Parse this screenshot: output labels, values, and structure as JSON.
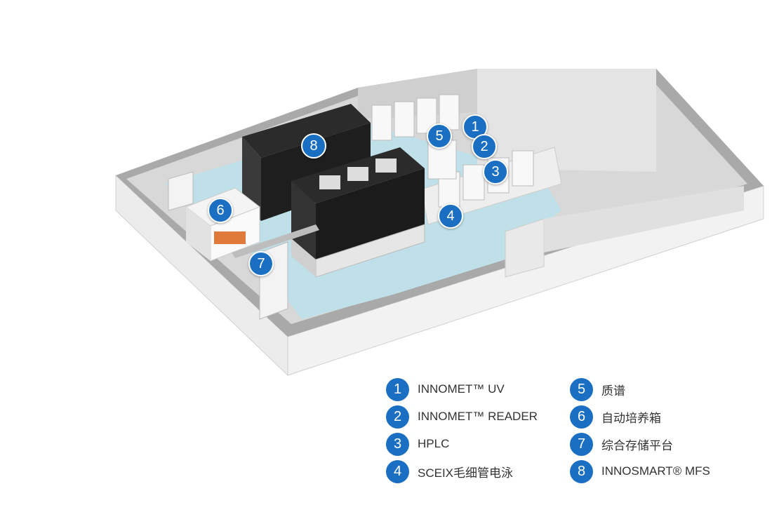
{
  "colors": {
    "accent": "#1b6fc3",
    "water": "#bfe0e8",
    "wall": "#e6e6e6"
  },
  "markers": [
    "1",
    "2",
    "3",
    "4",
    "5",
    "6",
    "7",
    "8"
  ],
  "legend": [
    {
      "num": "1",
      "label": "INNOMET™ UV"
    },
    {
      "num": "2",
      "label": "INNOMET™ READER"
    },
    {
      "num": "3",
      "label": "HPLC"
    },
    {
      "num": "4",
      "label": "SCEIX毛细管电泳"
    },
    {
      "num": "5",
      "label": "质谱"
    },
    {
      "num": "6",
      "label": "自动培养箱"
    },
    {
      "num": "7",
      "label": "综合存储平台"
    },
    {
      "num": "8",
      "label": "INNOSMART® MFS"
    }
  ]
}
